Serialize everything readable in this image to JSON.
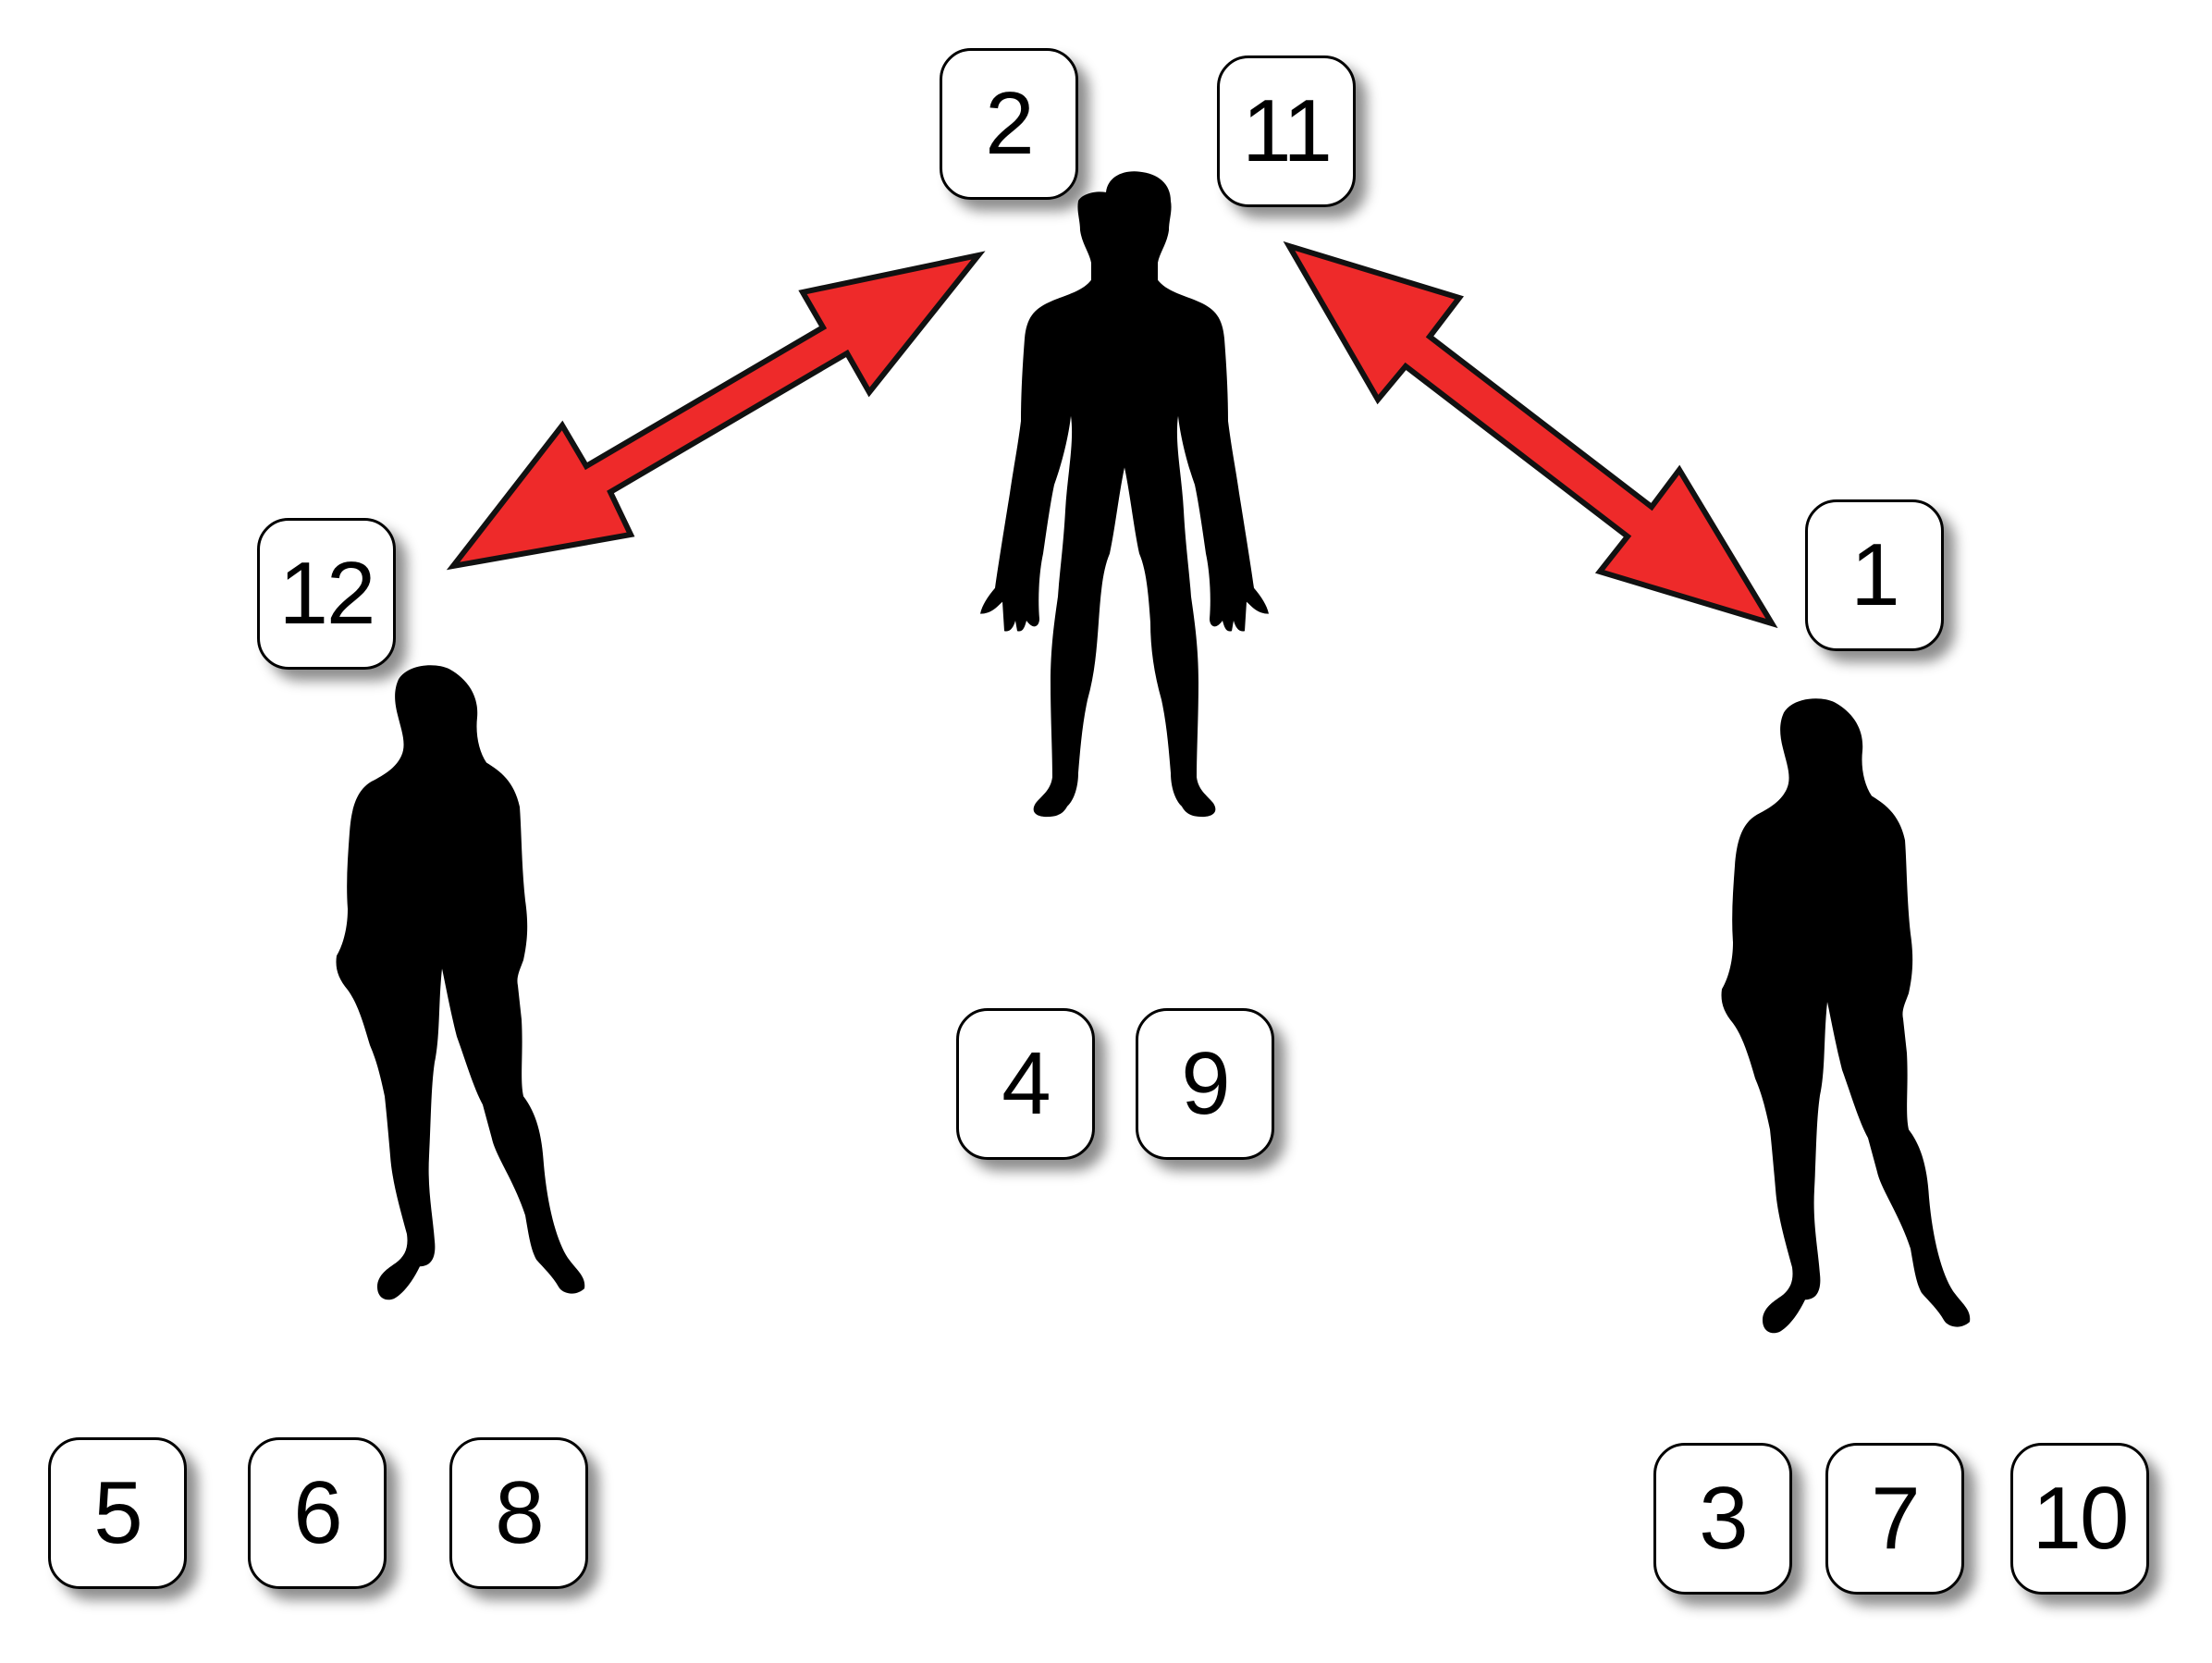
{
  "colors": {
    "arrow_fill": "#ee2a2a",
    "arrow_stroke": "#111111",
    "silhouette": "#000000",
    "card_bg": "#ffffff"
  },
  "figures": [
    {
      "id": "woman-left",
      "kind": "female",
      "icon": "woman-silhouette-icon"
    },
    {
      "id": "man-center",
      "kind": "male",
      "icon": "man-silhouette-icon"
    },
    {
      "id": "woman-right",
      "kind": "female",
      "icon": "woman-silhouette-icon"
    }
  ],
  "arrows": [
    {
      "id": "left-to-center",
      "direction": "bidirectional"
    },
    {
      "id": "center-to-right",
      "direction": "bidirectional"
    }
  ],
  "cards": {
    "top_left": "2",
    "top_right": "11",
    "left_arrow": "12",
    "right_arrow": "1",
    "center_a": "4",
    "center_b": "9",
    "bottom_left_a": "5",
    "bottom_left_b": "6",
    "bottom_left_c": "8",
    "bottom_right_a": "3",
    "bottom_right_b": "7",
    "bottom_right_c": "10"
  }
}
